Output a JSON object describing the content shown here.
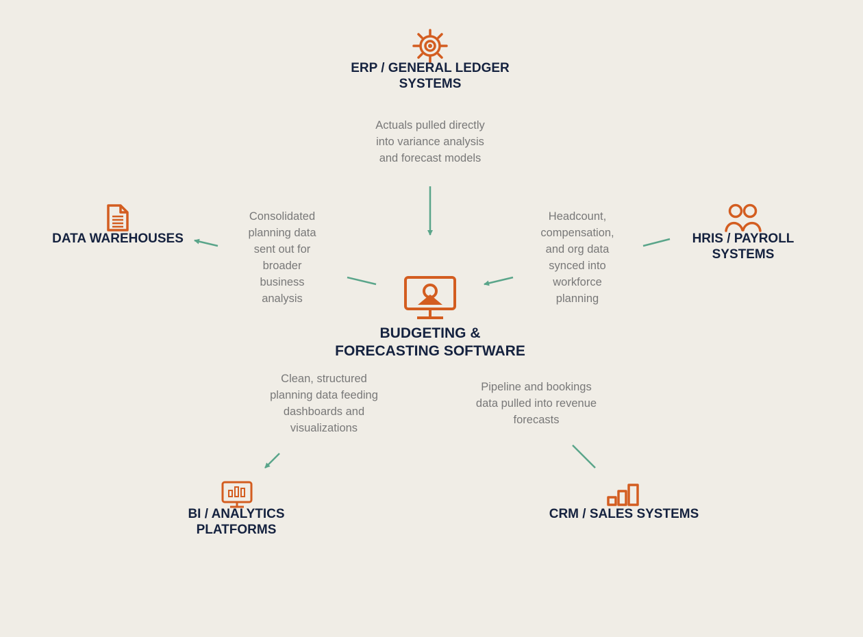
{
  "colors": {
    "background": "#f0ede6",
    "accent": "#d35d20",
    "arrow": "#5aa58a",
    "title_text": "#15223f",
    "body_text": "#787878"
  },
  "nodes": {
    "center": {
      "label": "BUDGETING &\nFORECASTING SOFTWARE",
      "icon": "monitor-user-icon"
    },
    "erp": {
      "label": "ERP / GENERAL LEDGER\nSYSTEMS",
      "icon": "gear-icon"
    },
    "data_warehouses": {
      "label": "DATA WAREHOUSES",
      "icon": "document-icon"
    },
    "hris": {
      "label": "HRIS / PAYROLL\nSYSTEMS",
      "icon": "people-icon"
    },
    "bi": {
      "label": "BI / ANALYTICS\nPLATFORMS",
      "icon": "analytics-monitor-icon"
    },
    "crm": {
      "label": "CRM / SALES SYSTEMS",
      "icon": "bar-chart-icon"
    }
  },
  "flows": {
    "erp": "Actuals pulled directly\ninto variance analysis\nand forecast models",
    "data_warehouses": "Consolidated\nplanning data\nsent out for\nbroader\nbusiness\nanalysis",
    "hris": "Headcount,\ncompensation,\nand org data\nsynced into\nworkforce\nplanning",
    "bi": "Clean, structured\nplanning data feeding\ndashboards and\nvisualizations",
    "crm": "Pipeline and bookings\ndata pulled into revenue\nforecasts"
  }
}
